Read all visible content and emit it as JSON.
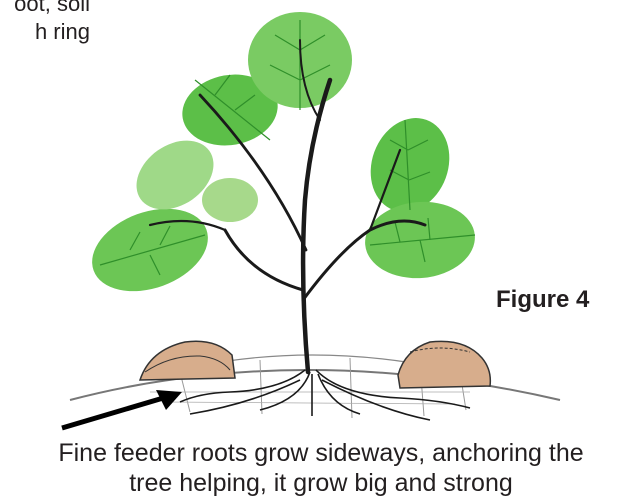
{
  "top_text": {
    "line1": "oot, soil",
    "line2": "h ring"
  },
  "figure_label": "Figure 4",
  "caption": {
    "line1": "Fine feeder roots grow sideways, anchoring the",
    "line2": "tree helping, it grow big and strong"
  },
  "colors": {
    "leaf_light": "#a7d98b",
    "leaf_mid": "#5cbf48",
    "leaf_dark": "#2f8f2a",
    "stem": "#1a1a1a",
    "soil_mound": "#c79a78",
    "ground_line": "#555555"
  },
  "icons": [
    "arrow-icon",
    "tree-illustration"
  ]
}
